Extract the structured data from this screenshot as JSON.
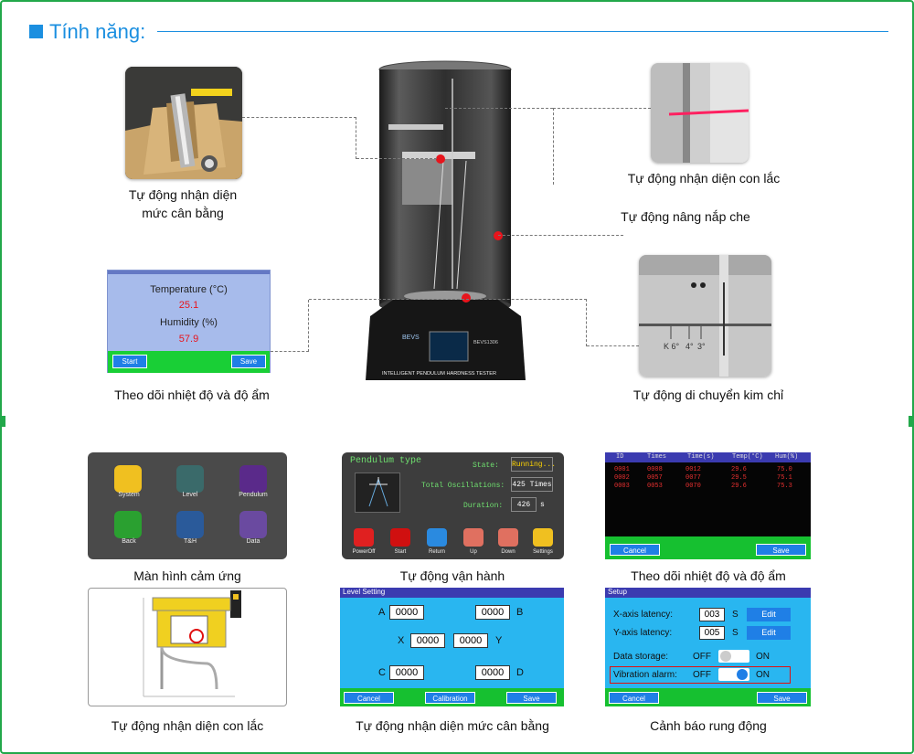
{
  "header": {
    "title": "Tính năng:"
  },
  "top": {
    "left1_caption": [
      "Tự động nhận diện",
      "mức cân bằng"
    ],
    "left2_caption": "Theo dõi nhiệt độ và độ ẩm",
    "right1_caption": "Tự động nhận diện con lắc",
    "right2_caption": "Tự động nâng nắp che",
    "right3_caption": "Tự động di chuyển kim chỉ",
    "temp_screen": {
      "temp_label": "Temperature (°C)",
      "temp_value": "25.1",
      "hum_label": "Humidity (%)",
      "hum_value": "57.9",
      "start": "Start",
      "save": "Save"
    },
    "device": {
      "brand": "BEVS",
      "model": "BEVS1306",
      "label": "INTELLIGENT PENDULUM HARDNESS TESTER"
    },
    "scale_marks": [
      "K 6°",
      "4°",
      "3°"
    ]
  },
  "panels": {
    "touch": {
      "caption": "Màn hình cảm ứng",
      "items": [
        "System",
        "Level",
        "Pendulum",
        "Back",
        "T&H",
        "Data"
      ]
    },
    "run": {
      "caption": "Tự động vận hành",
      "title": "Pendulum type",
      "state_label": "State:",
      "state_value": "Running...",
      "osc_label": "Total Oscillations:",
      "osc_value": "425 Times",
      "dur_label": "Duration:",
      "dur_value": "426",
      "dur_unit": "s",
      "buttons": [
        "PowerOff",
        "Start",
        "Return",
        "Up",
        "Down",
        "Settings"
      ]
    },
    "th": {
      "caption": "Theo dõi nhiệt độ và độ ẩm",
      "headers": [
        "ID",
        "Times",
        "Time(s)",
        "Temp(°C)",
        "Hum(%)"
      ],
      "rows": [
        [
          "0001",
          "0008",
          "0012",
          "29.6",
          "75.0"
        ],
        [
          "0002",
          "0057",
          "0077",
          "29.5",
          "75.1"
        ],
        [
          "0003",
          "0053",
          "0070",
          "29.6",
          "75.3"
        ]
      ],
      "cancel": "Cancel",
      "save": "Save"
    },
    "pend": {
      "caption": "Tự động nhận diện con lắc"
    },
    "level": {
      "caption": "Tự động nhận diện mức cân bằng",
      "title": "Level Setting",
      "A": "A",
      "B": "B",
      "C": "C",
      "D": "D",
      "X": "X",
      "Y": "Y",
      "a_val": "0000",
      "b_val": "0000",
      "x_val": "0000",
      "y_val": "0000",
      "c_val": "0000",
      "d_val": "0000",
      "cancel": "Cancel",
      "calibration": "Calibration",
      "save": "Save"
    },
    "setup": {
      "caption": "Cảnh báo rung động",
      "title": "Setup",
      "x_label": "X-axis latency:",
      "x_val": "003",
      "y_label": "Y-axis latency:",
      "y_val": "005",
      "unit": "S",
      "edit": "Edit",
      "storage_label": "Data storage:",
      "alarm_label": "Vibration alarm:",
      "off": "OFF",
      "on": "ON",
      "cancel": "Cancel",
      "save": "Save"
    }
  }
}
